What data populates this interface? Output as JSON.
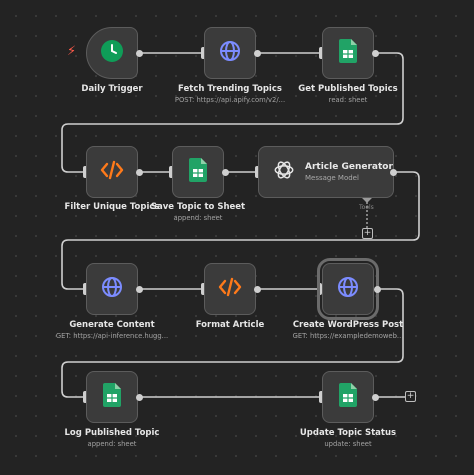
{
  "colors": {
    "canvas": "#232323",
    "node": "#3b3b3b",
    "wire": "#cfcfcf",
    "sheets_green": "#21a366",
    "code_orange": "#ff7a1a",
    "globe_blue": "#7c8cff",
    "trigger_green": "#0f9d58",
    "bolt_red": "#ff5a4a"
  },
  "nodes": {
    "daily_trigger": {
      "label": "Daily Trigger",
      "sub": "",
      "icon": "clock-icon"
    },
    "fetch_trending": {
      "label": "Fetch Trending Topics",
      "sub": "POST: https://api.apify.com/v2/...",
      "icon": "globe-icon"
    },
    "get_published": {
      "label": "Get Published Topics",
      "sub": "read: sheet",
      "icon": "google-sheets-icon"
    },
    "filter_unique": {
      "label": "Filter Unique Topics",
      "sub": "",
      "icon": "code-icon"
    },
    "save_topic": {
      "label": "Save Topic to Sheet",
      "sub": "append: sheet",
      "icon": "google-sheets-icon"
    },
    "article_generator": {
      "label": "Article Generator",
      "sub": "Message Model",
      "icon": "openai-icon",
      "tools_label": "Tools"
    },
    "generate_content": {
      "label": "Generate Content",
      "sub": "GET: https://api-inference.hugg...",
      "icon": "globe-icon"
    },
    "format_article": {
      "label": "Format Article",
      "sub": "",
      "icon": "code-icon"
    },
    "create_wordpress": {
      "label": "Create WordPress Post",
      "sub": "GET: https://exampledemoweb...",
      "icon": "globe-icon"
    },
    "log_published": {
      "label": "Log Published Topic",
      "sub": "append: sheet",
      "icon": "google-sheets-icon"
    },
    "update_status": {
      "label": "Update Topic Status",
      "sub": "update: sheet",
      "icon": "google-sheets-icon"
    }
  },
  "add_symbol": "+",
  "trigger_symbol": "⚡"
}
